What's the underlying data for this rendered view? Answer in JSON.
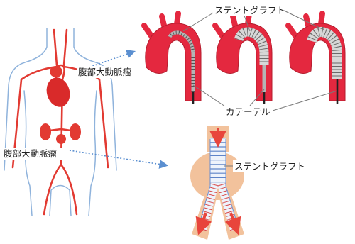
{
  "labels": {
    "upper_aneurysm": "腹部大動脈瘤",
    "lower_aneurysm": "腹部大動脈瘤",
    "stent_graft_arch": "ステントグラフト",
    "catheter": "カテーテル",
    "stent_graft_abdominal": "ステントグラフト"
  },
  "colors": {
    "artery": "#e23a32",
    "aorta_vessel": "#e4283f",
    "body_outline": "#8fb3dc",
    "pointer_arrow": "#5b8fd0",
    "aneurysm_tissue": "#f2c29c",
    "stent_mesh": "#b5b5b5",
    "catheter": "#222222",
    "blood_flow_arrow": "#e8453c"
  }
}
